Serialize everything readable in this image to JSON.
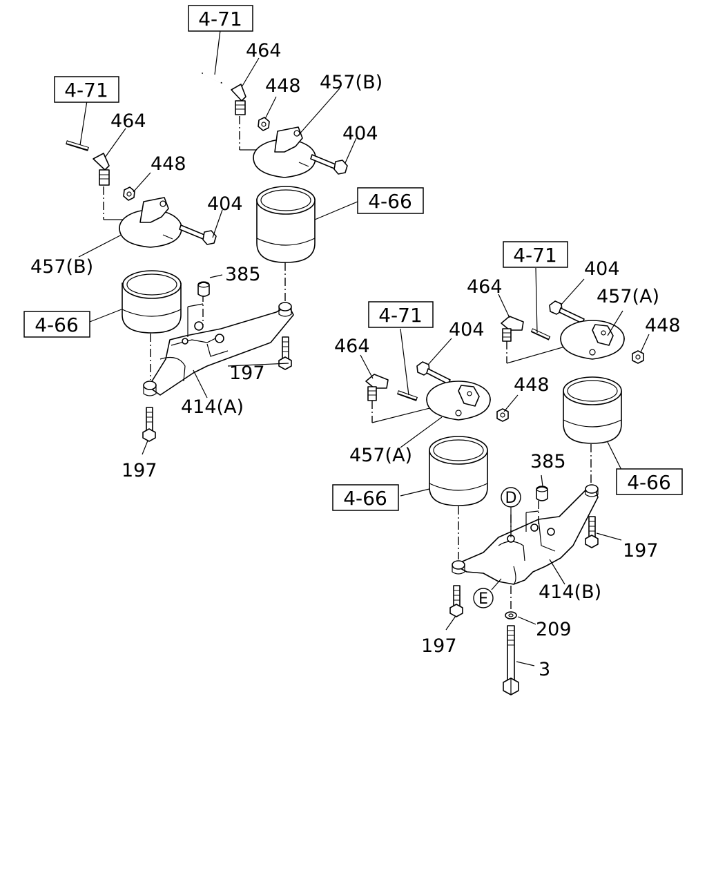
{
  "diagram": {
    "refs": {
      "ref_1": "4-71",
      "ref_2": "4-71",
      "ref_3": "4-71",
      "ref_4": "4-71",
      "ref_5": "4-66",
      "ref_6": "4-66",
      "ref_7": "4-66",
      "ref_8": "4-66"
    },
    "callouts": {
      "c_464_a": "464",
      "c_448_a": "448",
      "c_457b_a": "457(B)",
      "c_404_a": "404",
      "c_464_b": "464",
      "c_448_b": "448",
      "c_404_b": "404",
      "c_457b_b": "457(B)",
      "c_385_a": "385",
      "c_197_a": "197",
      "c_414a": "414(A)",
      "c_197_b": "197",
      "c_404_c": "404",
      "c_464_c": "464",
      "c_457a_a": "457(A)",
      "c_448_c": "448",
      "c_464_d": "464",
      "c_404_d": "404",
      "c_448_d": "448",
      "c_457a_b": "457(A)",
      "c_385_b": "385",
      "c_197_c": "197",
      "c_414b": "414(B)",
      "c_197_d": "197",
      "c_209": "209",
      "c_3": "3"
    },
    "markers": {
      "m_d": "D",
      "m_e": "E"
    }
  }
}
